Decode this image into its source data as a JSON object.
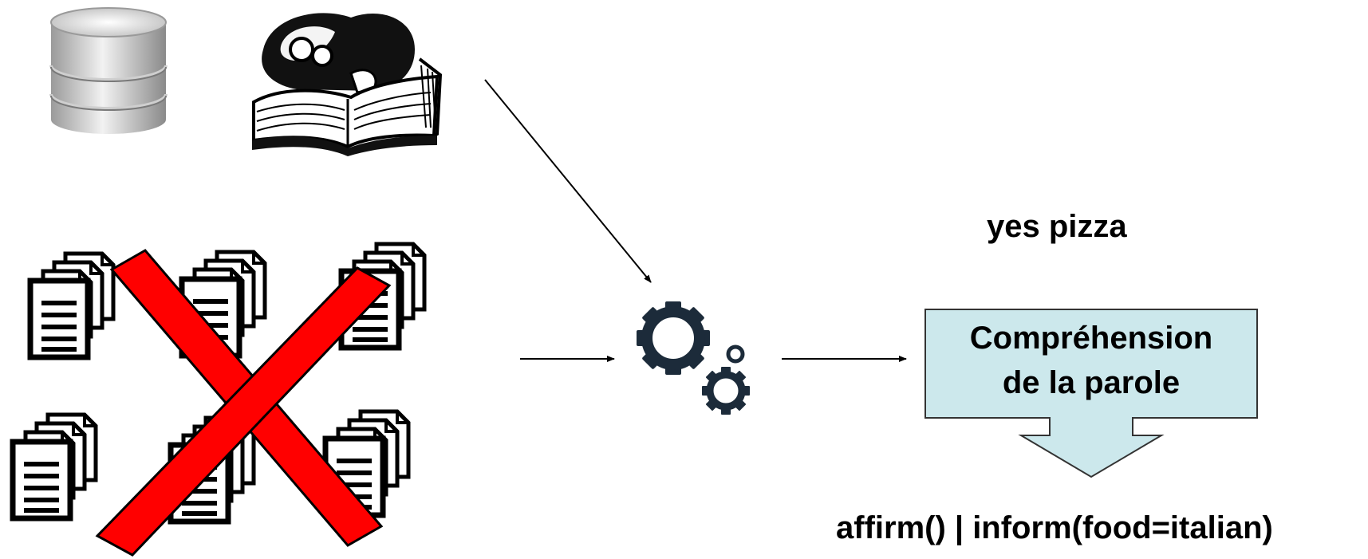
{
  "utterance": "yes pizza",
  "module": {
    "line1": "Compréhension",
    "line2": "de la parole",
    "fill": "#cce8ec",
    "stroke": "#333333"
  },
  "output": "affirm() | inform(food=italian)",
  "icons": {
    "database": "database-icon",
    "expert": "expert-reading-book-icon",
    "documents": "document-stack-icon",
    "cross": "red-cross-icon",
    "gears": "gears-icon"
  },
  "colors": {
    "cross": "#ff0000",
    "gear": "#1c2b3a",
    "arrow": "#000000"
  }
}
